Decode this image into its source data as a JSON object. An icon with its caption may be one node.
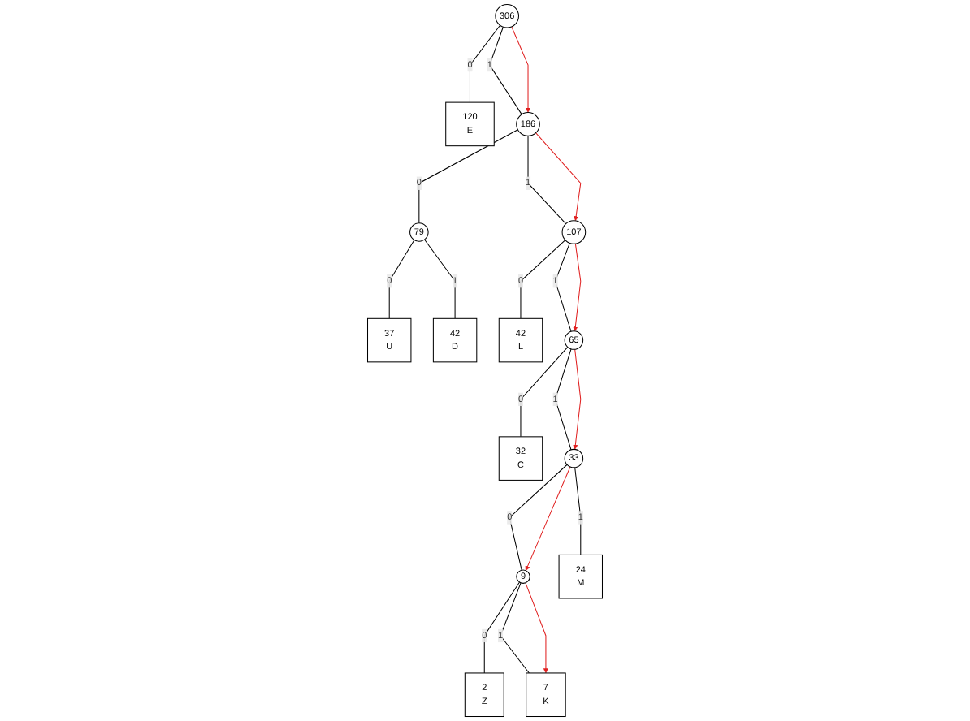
{
  "diagram": {
    "nodes": [
      {
        "text": [
          "306"
        ]
      },
      {
        "text": [
          "120",
          "E"
        ]
      },
      {
        "text": [
          "186"
        ]
      },
      {
        "text": [
          "79"
        ]
      },
      {
        "text": [
          "107"
        ]
      },
      {
        "text": [
          "37",
          "U"
        ]
      },
      {
        "text": [
          "42",
          "D"
        ]
      },
      {
        "text": [
          "42",
          "L"
        ]
      },
      {
        "text": [
          "65"
        ]
      },
      {
        "text": [
          "32",
          "C"
        ]
      },
      {
        "text": [
          "33"
        ]
      },
      {
        "text": [
          "9"
        ]
      },
      {
        "text": [
          "24",
          "M"
        ]
      },
      {
        "text": [
          "2",
          "Z"
        ]
      },
      {
        "text": [
          "7",
          "K"
        ]
      }
    ],
    "edges": [
      {
        "from": 0,
        "to": 1,
        "label": "0",
        "arrow": "none"
      },
      {
        "from": 0,
        "to": 2,
        "label": "1",
        "arrow": "none"
      },
      {
        "from": 2,
        "to": 3,
        "label": "0",
        "arrow": "none"
      },
      {
        "from": 2,
        "to": 4,
        "label": "1",
        "arrow": "none"
      },
      {
        "from": 3,
        "to": 5,
        "label": "0",
        "arrow": "none"
      },
      {
        "from": 3,
        "to": 6,
        "label": "1",
        "arrow": "none"
      },
      {
        "from": 4,
        "to": 7,
        "label": "0",
        "arrow": "none"
      },
      {
        "from": 4,
        "to": 8,
        "label": "1",
        "arrow": "none"
      },
      {
        "from": 8,
        "to": 9,
        "label": "0",
        "arrow": "none"
      },
      {
        "from": 8,
        "to": 10,
        "label": "1",
        "arrow": "none"
      },
      {
        "from": 10,
        "to": 11,
        "label": "0",
        "arrow": "none"
      },
      {
        "from": 10,
        "to": 12,
        "label": "1",
        "arrow": "none"
      },
      {
        "from": 11,
        "to": 13,
        "label": "0",
        "arrow": "none"
      },
      {
        "from": 11,
        "to": 14,
        "label": "1",
        "arrow": "none"
      },
      {
        "from": 0,
        "to": 2,
        "arrow": "to",
        "color": "#e02020"
      },
      {
        "from": 2,
        "to": 4,
        "arrow": "to",
        "color": "#e02020"
      },
      {
        "from": 4,
        "to": 8,
        "arrow": "to",
        "color": "#e02020"
      },
      {
        "from": 8,
        "to": 10,
        "arrow": "to",
        "color": "#e02020"
      },
      {
        "from": 10,
        "to": 11,
        "arrow": "to",
        "color": "#e02020"
      },
      {
        "from": 11,
        "to": 14,
        "arrow": "to",
        "color": "#e02020"
      }
    ]
  }
}
